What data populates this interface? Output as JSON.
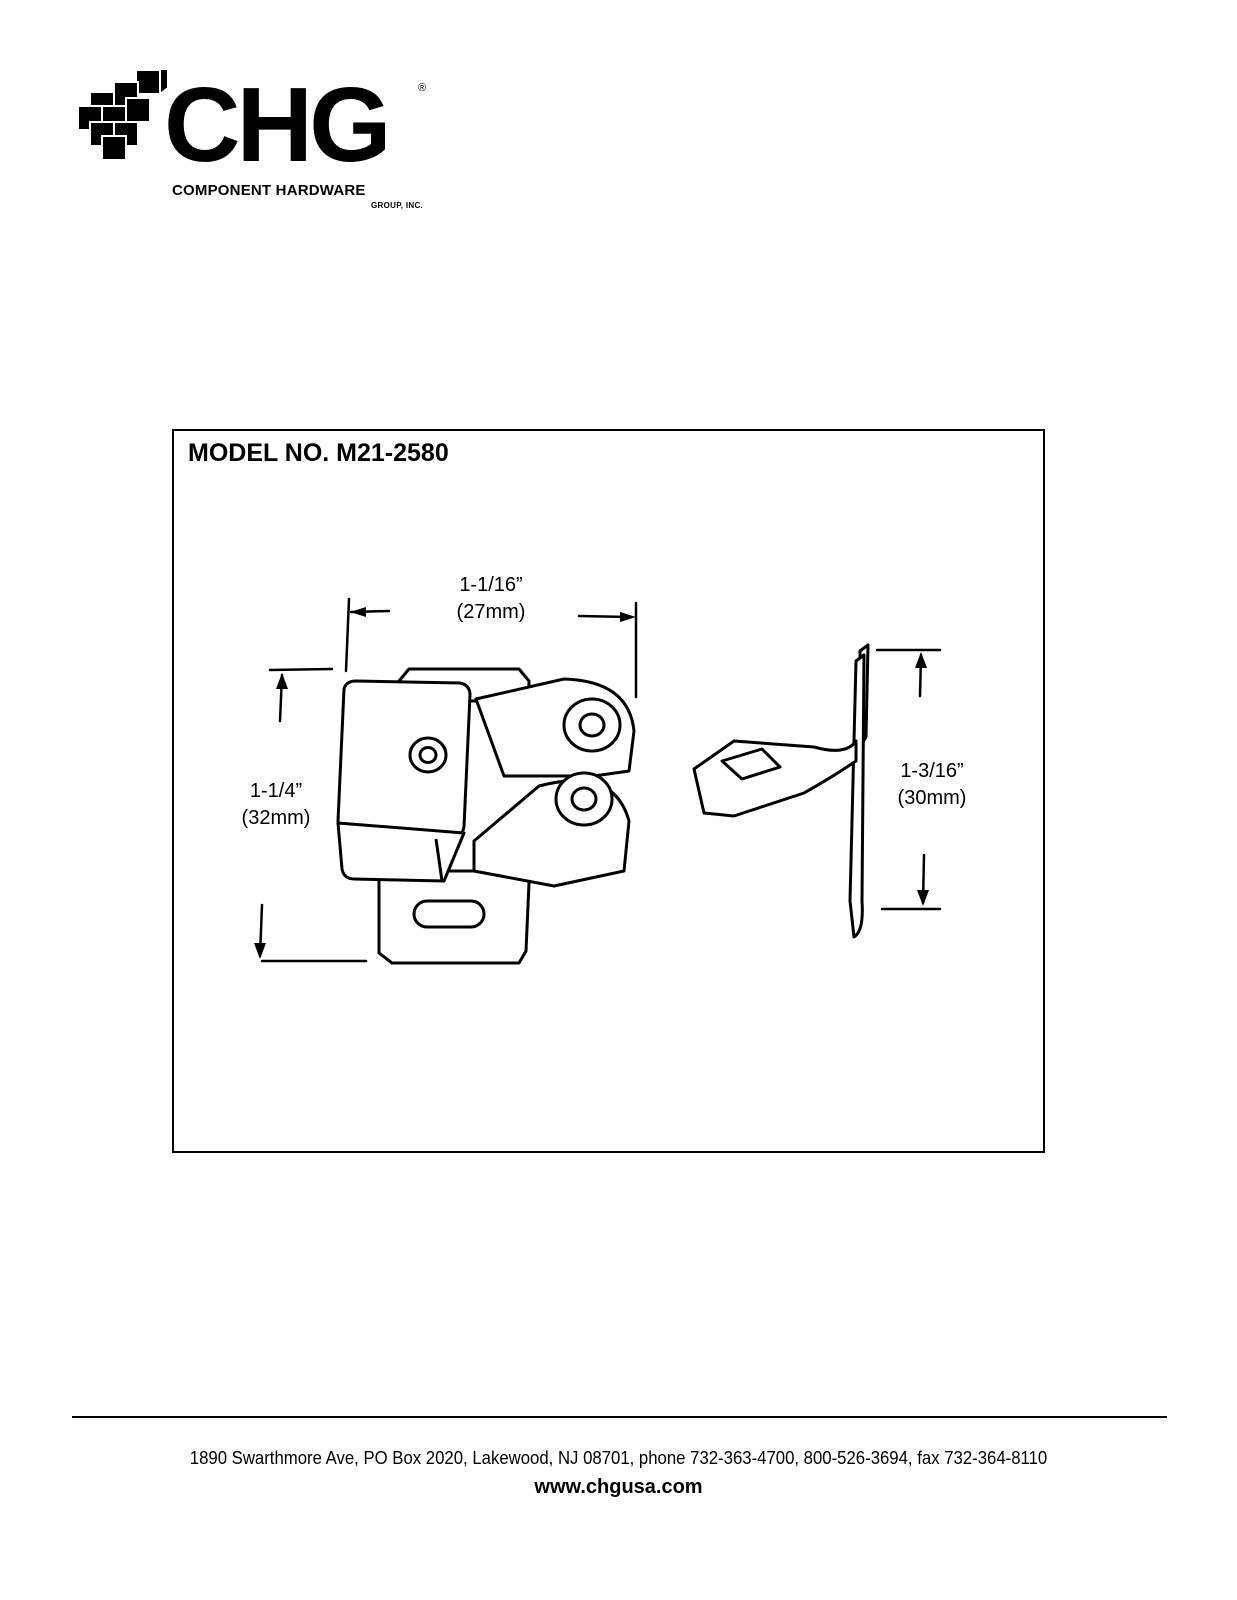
{
  "logo": {
    "letters": "CHG",
    "registered": "®",
    "company": "COMPONENT HARDWARE",
    "suffix": "GROUP, INC."
  },
  "spec": {
    "model": "MODEL NO. M21-2580",
    "dimensions": {
      "width": {
        "imperial": "1-1/16”",
        "metric": "(27mm)"
      },
      "height": {
        "imperial": "1-1/4”",
        "metric": "(32mm)"
      },
      "strike": {
        "imperial": "1-3/16”",
        "metric": "(30mm)"
      }
    }
  },
  "footer": {
    "address": "1890 Swarthmore Ave, PO Box 2020, Lakewood, NJ 08701, phone 732-363-4700, 800-526-3694, fax 732-364-8110",
    "website": "www.chgusa.com"
  }
}
